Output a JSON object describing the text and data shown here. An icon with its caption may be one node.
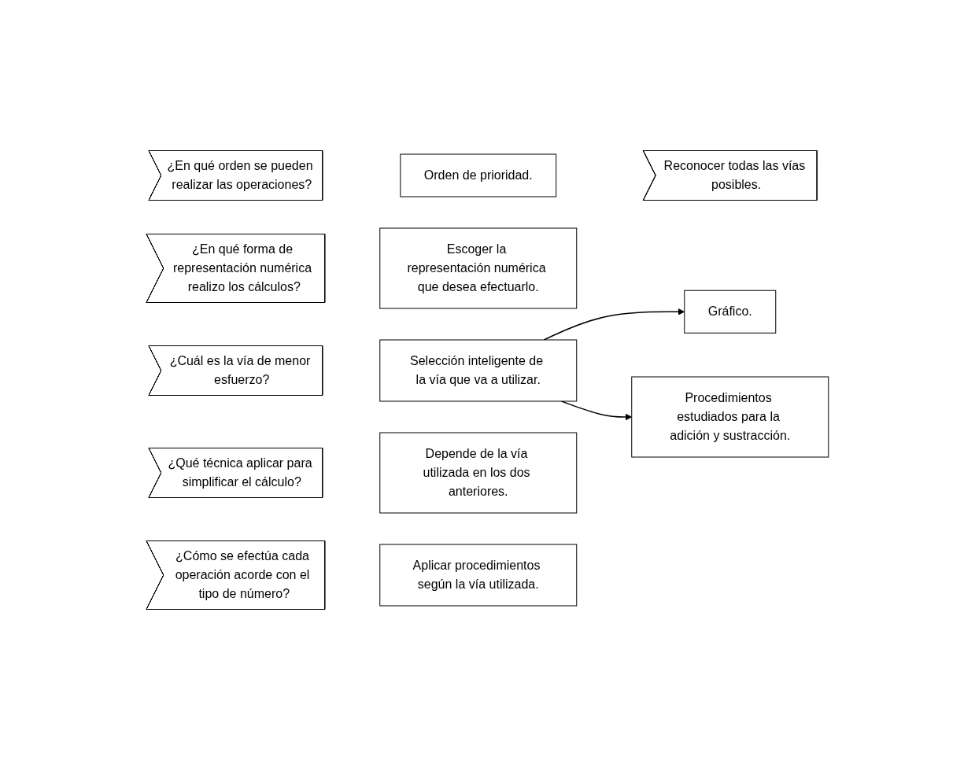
{
  "diagram": {
    "nodes": [
      {
        "text": [
          "¿En qué orden se pueden realizar las operaciones?"
        ]
      },
      {
        "text": [
          "Orden de prioridad."
        ]
      },
      {
        "text": [
          "Reconocer todas las vías posibles."
        ]
      },
      {
        "text": [
          "¿En qué forma de representación numérica realizo los cálculos?"
        ]
      },
      {
        "text": [
          "Escoger la representación numérica que desea efectuarlo."
        ]
      },
      {
        "text": [
          "Gráfico."
        ]
      },
      {
        "text": [
          "¿Cuál es la vía de menor esfuerzo?"
        ]
      },
      {
        "text": [
          "Selección inteligente de la vía que va a utilizar."
        ]
      },
      {
        "text": [
          "Procedimientos estudiados para la adición y sustracción."
        ]
      },
      {
        "text": [
          "¿Qué técnica aplicar para simplificar el cálculo?"
        ]
      },
      {
        "text": [
          "Depende de la vía utilizada en los dos anteriores."
        ]
      },
      {
        "text": [
          "¿Cómo se efectúa cada operación acorde con el tipo de número?"
        ]
      },
      {
        "text": [
          "Aplicar procedimientos según la vía utilizada."
        ]
      }
    ],
    "edges": [
      {
        "from": 7,
        "to": 5,
        "arrow": "to"
      },
      {
        "from": 7,
        "to": 8,
        "arrow": "to"
      }
    ]
  }
}
